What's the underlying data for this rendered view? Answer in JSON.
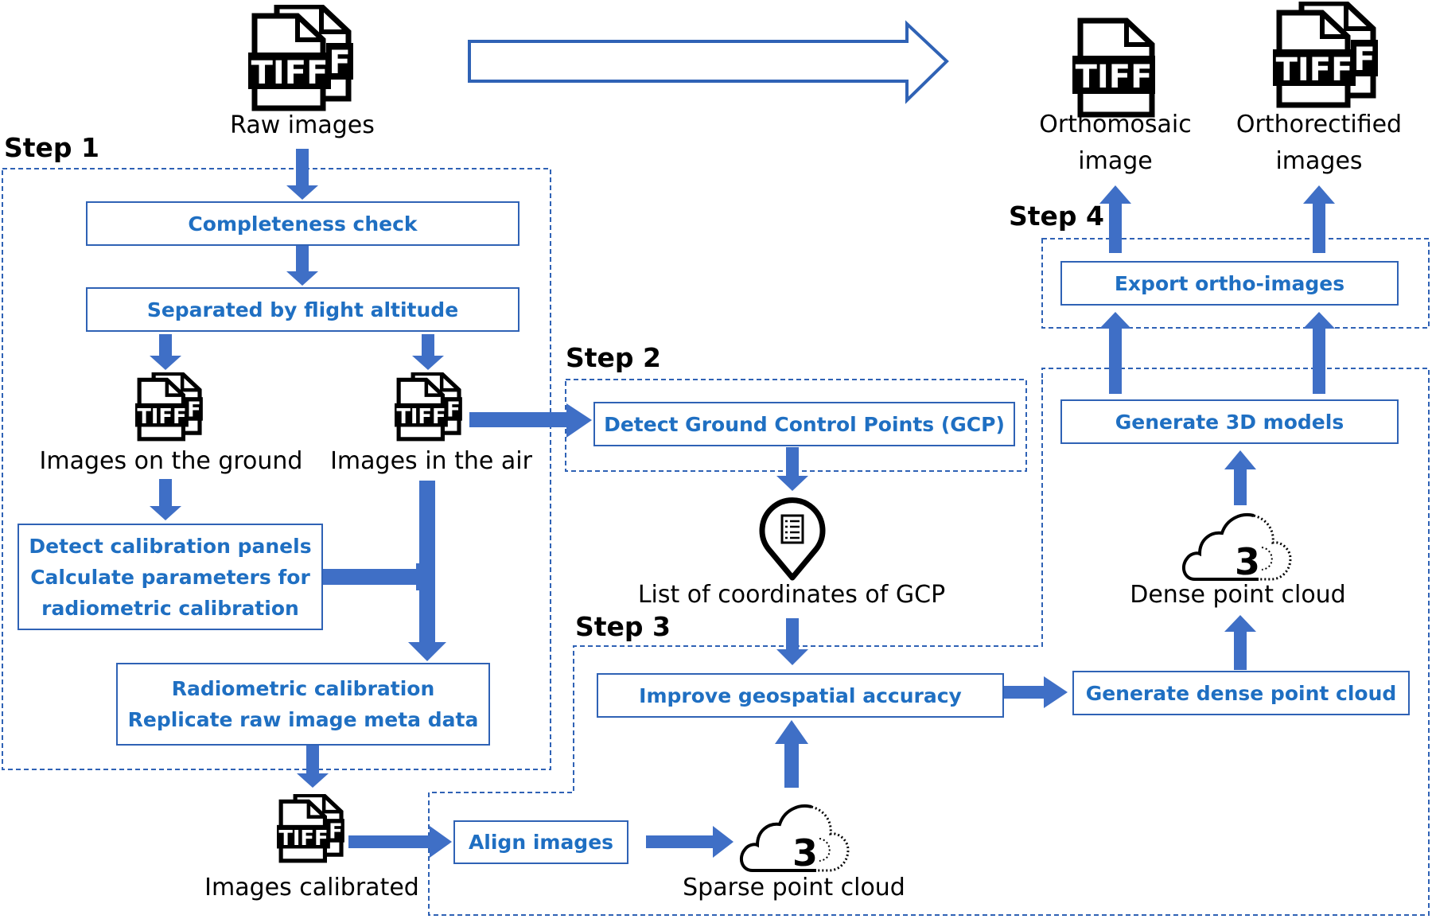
{
  "steps": {
    "step1": "Step 1",
    "step2": "Step 2",
    "step3": "Step 3",
    "step4": "Step 4"
  },
  "labels": {
    "raw_images": "Raw images",
    "orthomosaic_line1": "Orthomosaic",
    "orthomosaic_line2": "image",
    "orthorectified_line1": "Orthorectified",
    "orthorectified_line2": "images",
    "images_ground": "Images on the ground",
    "images_air": "Images in the air",
    "gcp_list": "List of coordinates of GCP",
    "dense_cloud": "Dense point cloud",
    "sparse_cloud": "Sparse point cloud",
    "images_calibrated": "Images calibrated"
  },
  "boxes": {
    "completeness": "Completeness check",
    "separated": "Separated by flight altitude",
    "calib_line1": "Detect calibration panels",
    "calib_line2": "Calculate parameters for",
    "calib_line3": "radiometric calibration",
    "radiometric_line1": "Radiometric calibration",
    "radiometric_line2": "Replicate raw image meta data",
    "detect_gcp": "Detect Ground Control Points (GCP)",
    "improve": "Improve geospatial accuracy",
    "align": "Align images",
    "dense": "Generate dense point cloud",
    "models": "Generate 3D models",
    "export": "Export ortho-images"
  },
  "icons": {
    "tiff_badge": "TIFF",
    "tiff_back_letter": "F",
    "cloud_number": "3",
    "file_icon": "tiff-file-icon",
    "cloud_icon": "3d-cloud-icon",
    "pin_icon": "location-pin-icon"
  },
  "colors": {
    "accent": "#2f62b5",
    "arrow": "#3f6fc6",
    "box_text": "#1f6fc2"
  }
}
